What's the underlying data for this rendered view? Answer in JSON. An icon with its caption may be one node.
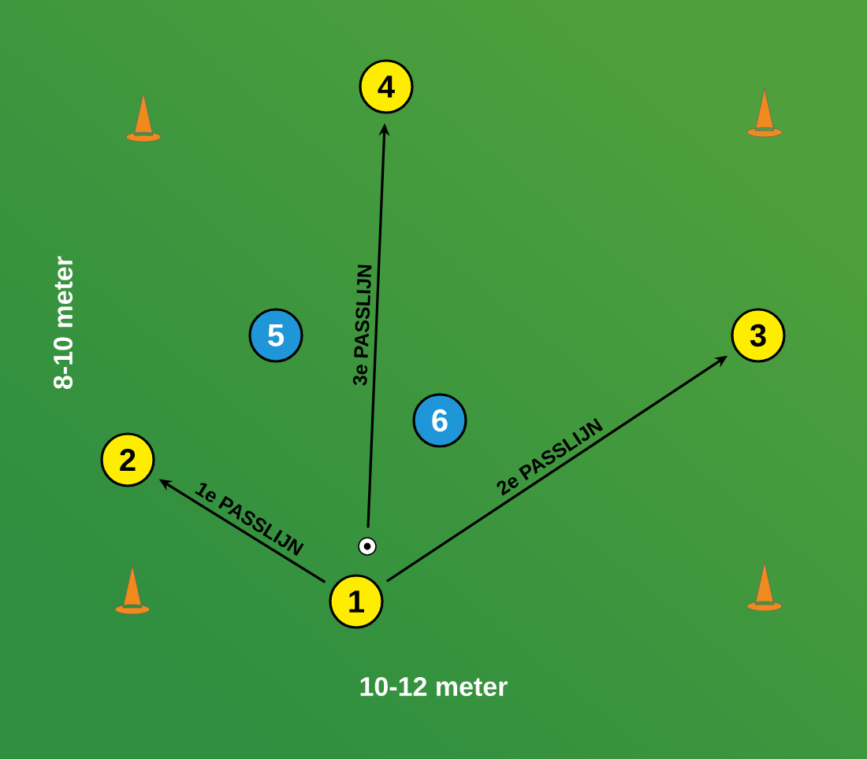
{
  "diagram": {
    "nodes": [
      {
        "text": [
          "1"
        ]
      },
      {
        "text": [
          "2"
        ]
      },
      {
        "text": [
          "3"
        ]
      },
      {
        "text": [
          "4"
        ]
      },
      {
        "text": [
          "5"
        ]
      },
      {
        "text": [
          "6"
        ]
      },
      {
        "text": [],
        "shape": "ball"
      }
    ],
    "edges": [
      {
        "from": 0,
        "to": 1,
        "arrow": "to",
        "label": "1e PASSLIJN"
      },
      {
        "from": 0,
        "to": 2,
        "arrow": "to",
        "label": "2e PASSLIJN"
      },
      {
        "from": 6,
        "to": 3,
        "arrow": "to",
        "label": "3e PASSLIJN"
      }
    ],
    "labels": [
      "8-10 meter",
      "10-12 meter"
    ]
  }
}
